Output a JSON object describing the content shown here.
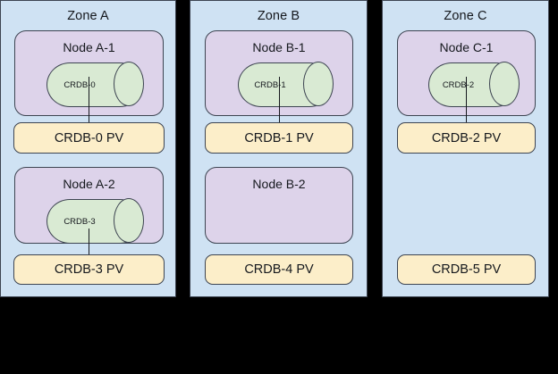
{
  "colors": {
    "canvas": "#000000",
    "zone_fill": "#cfe2f3",
    "node_fill": "#ddd3ea",
    "pod_fill": "#d9ead3",
    "pv_fill": "#fceec9",
    "stroke": "#3d4451",
    "text": "#15181d"
  },
  "zones": [
    {
      "id": "zone-a",
      "title": "Zone A",
      "nodes": [
        {
          "id": "node-a-1",
          "title": "Node A-1",
          "pod": "CRDB-0",
          "has_pod": true,
          "connected": true
        },
        {
          "id": "node-a-2",
          "title": "Node A-2",
          "pod": "CRDB-3",
          "has_pod": true,
          "connected": true
        }
      ],
      "pvs": [
        {
          "id": "pv-crdb-0",
          "label": "CRDB-0 PV"
        },
        {
          "id": "pv-crdb-3",
          "label": "CRDB-3 PV"
        }
      ]
    },
    {
      "id": "zone-b",
      "title": "Zone B",
      "nodes": [
        {
          "id": "node-b-1",
          "title": "Node B-1",
          "pod": "CRDB-1",
          "has_pod": true,
          "connected": true
        },
        {
          "id": "node-b-2",
          "title": "Node B-2",
          "pod": "",
          "has_pod": false,
          "connected": false
        }
      ],
      "pvs": [
        {
          "id": "pv-crdb-1",
          "label": "CRDB-1 PV"
        },
        {
          "id": "pv-crdb-4",
          "label": "CRDB-4 PV"
        }
      ]
    },
    {
      "id": "zone-c",
      "title": "Zone C",
      "nodes": [
        {
          "id": "node-c-1",
          "title": "Node C-1",
          "pod": "CRDB-2",
          "has_pod": true,
          "connected": true
        }
      ],
      "pvs": [
        {
          "id": "pv-crdb-2",
          "label": "CRDB-2 PV"
        },
        {
          "id": "pv-crdb-5",
          "label": "CRDB-5 PV"
        }
      ]
    }
  ]
}
